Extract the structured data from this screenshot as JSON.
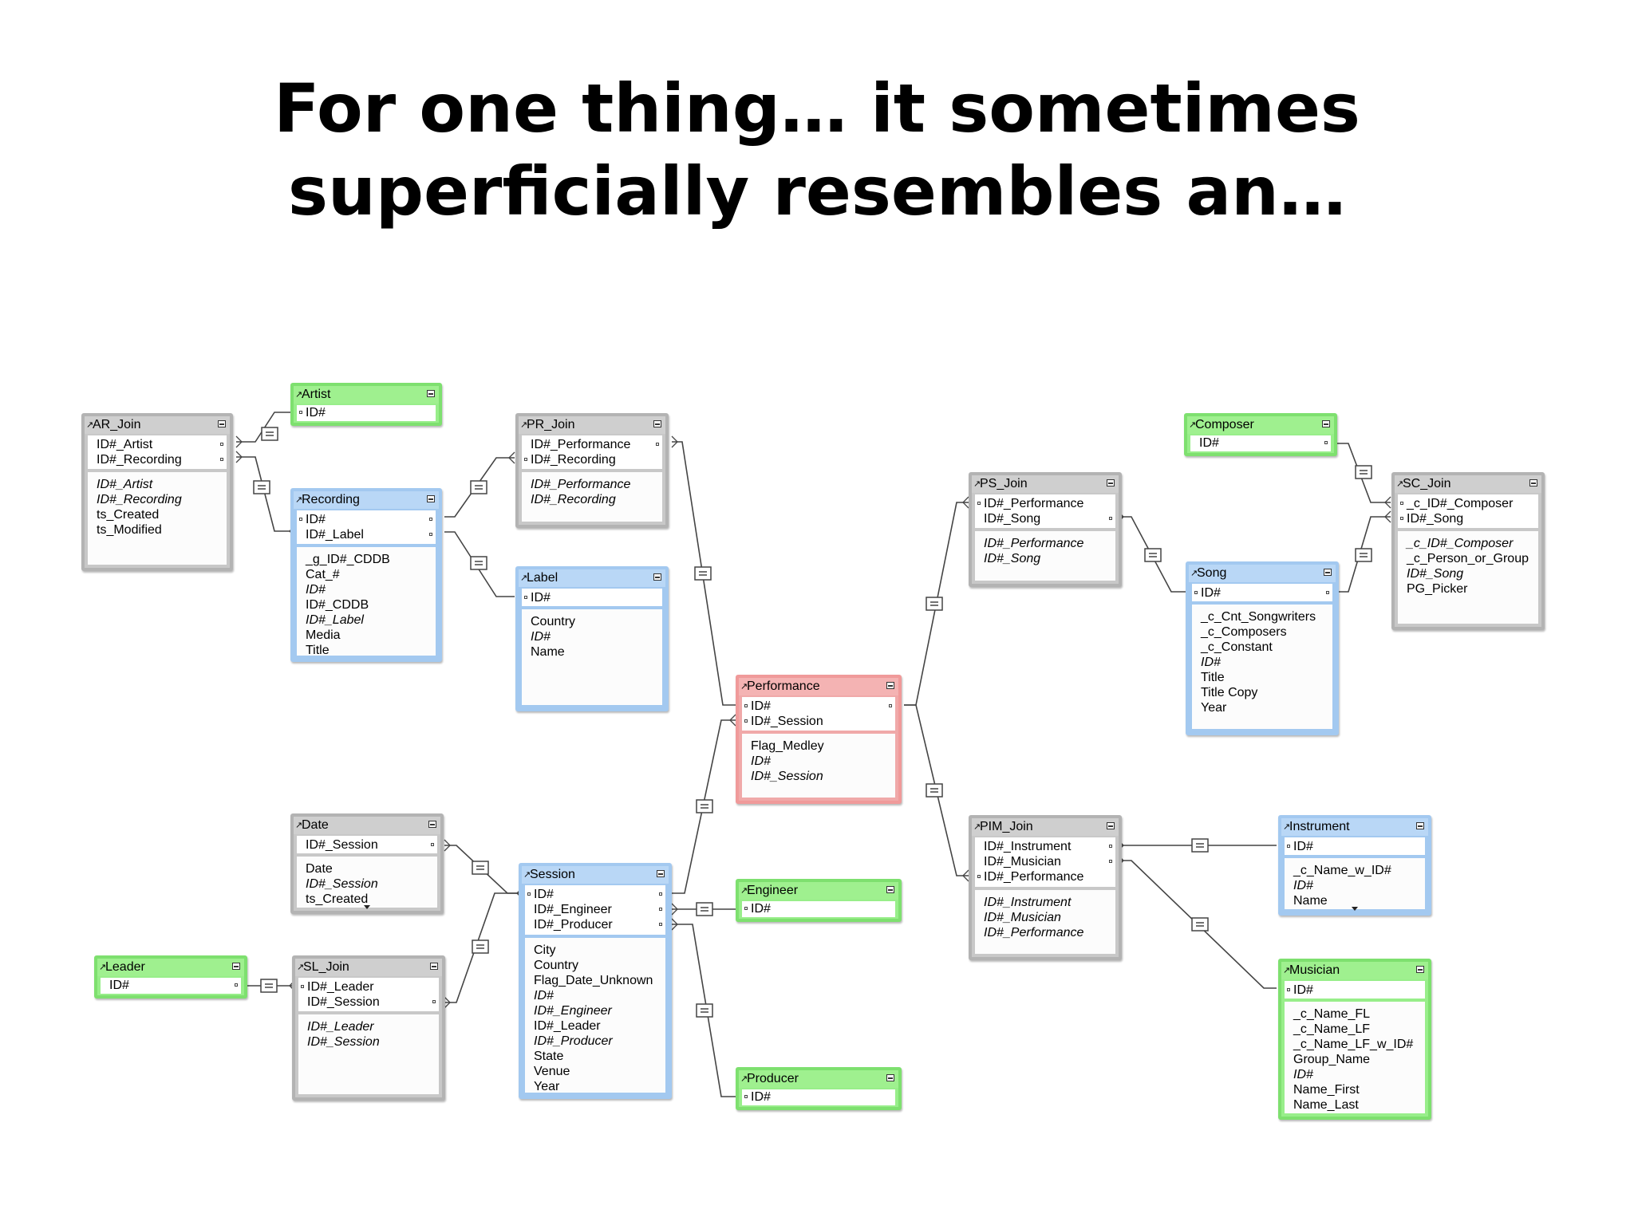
{
  "slide": {
    "title_line1": "For one thing… it sometimes",
    "title_line2": "superficially resembles an…"
  },
  "colors": {
    "join_table": "#c8c8c8",
    "blue_table": "#a3c9f0",
    "green_table": "#98ee8a",
    "red_table": "#f0a9a9"
  },
  "tables": {
    "ar_join": {
      "name": "AR_Join",
      "keys": [
        "ID#_Artist",
        "ID#_Recording"
      ],
      "fields": [
        "ID#_Artist",
        "ID#_Recording",
        "ts_Created",
        "ts_Modified"
      ]
    },
    "artist": {
      "name": "Artist",
      "keys": [
        "ID#"
      ]
    },
    "recording": {
      "name": "Recording",
      "keys": [
        "ID#",
        "ID#_Label"
      ],
      "fields": [
        "_g_ID#_CDDB",
        "Cat_#",
        "ID#",
        "ID#_CDDB",
        "ID#_Label",
        "Media",
        "Title"
      ]
    },
    "pr_join": {
      "name": "PR_Join",
      "keys": [
        "ID#_Performance",
        "ID#_Recording"
      ],
      "fields": [
        "ID#_Performance",
        "ID#_Recording"
      ]
    },
    "label": {
      "name": "Label",
      "keys": [
        "ID#"
      ],
      "fields": [
        "Country",
        "ID#",
        "Name"
      ]
    },
    "performance": {
      "name": "Performance",
      "keys": [
        "ID#",
        "ID#_Session"
      ],
      "fields": [
        "Flag_Medley",
        "ID#",
        "ID#_Session"
      ]
    },
    "ps_join": {
      "name": "PS_Join",
      "keys": [
        "ID#_Performance",
        "ID#_Song"
      ],
      "fields": [
        "ID#_Performance",
        "ID#_Song"
      ]
    },
    "composer": {
      "name": "Composer",
      "keys": [
        "ID#"
      ]
    },
    "sc_join": {
      "name": "SC_Join",
      "keys": [
        "_c_ID#_Composer",
        "ID#_Song"
      ],
      "fields": [
        "_c_ID#_Composer",
        "_c_Person_or_Group",
        "ID#_Song",
        "PG_Picker"
      ]
    },
    "song": {
      "name": "Song",
      "keys": [
        "ID#"
      ],
      "fields": [
        "_c_Cnt_Songwriters",
        "_c_Composers",
        "_c_Constant",
        "ID#",
        "Title",
        "Title Copy",
        "Year"
      ]
    },
    "date": {
      "name": "Date",
      "keys": [
        "ID#_Session"
      ],
      "fields": [
        "Date",
        "ID#_Session",
        "ts_Created"
      ]
    },
    "session": {
      "name": "Session",
      "keys": [
        "ID#",
        "ID#_Engineer",
        "ID#_Producer"
      ],
      "fields": [
        "City",
        "Country",
        "Flag_Date_Unknown",
        "ID#",
        "ID#_Engineer",
        "ID#_Leader",
        "ID#_Producer",
        "State",
        "Venue",
        "Year"
      ]
    },
    "engineer": {
      "name": "Engineer",
      "keys": [
        "ID#"
      ]
    },
    "producer": {
      "name": "Producer",
      "keys": [
        "ID#"
      ]
    },
    "leader": {
      "name": "Leader",
      "keys": [
        "ID#"
      ]
    },
    "sl_join": {
      "name": "SL_Join",
      "keys": [
        "ID#_Leader",
        "ID#_Session"
      ],
      "fields": [
        "ID#_Leader",
        "ID#_Session"
      ]
    },
    "pim_join": {
      "name": "PIM_Join",
      "keys": [
        "ID#_Instrument",
        "ID#_Musician",
        "ID#_Performance"
      ],
      "fields": [
        "ID#_Instrument",
        "ID#_Musician",
        "ID#_Performance"
      ]
    },
    "instrument": {
      "name": "Instrument",
      "keys": [
        "ID#"
      ],
      "fields": [
        "_c_Name_w_ID#",
        "ID#",
        "Name"
      ]
    },
    "musician": {
      "name": "Musician",
      "keys": [
        "ID#"
      ],
      "fields": [
        "_c_Name_FL",
        "_c_Name_LF",
        "_c_Name_LF_w_ID#",
        "Group_Name",
        "ID#",
        "Name_First",
        "Name_Last"
      ]
    }
  }
}
